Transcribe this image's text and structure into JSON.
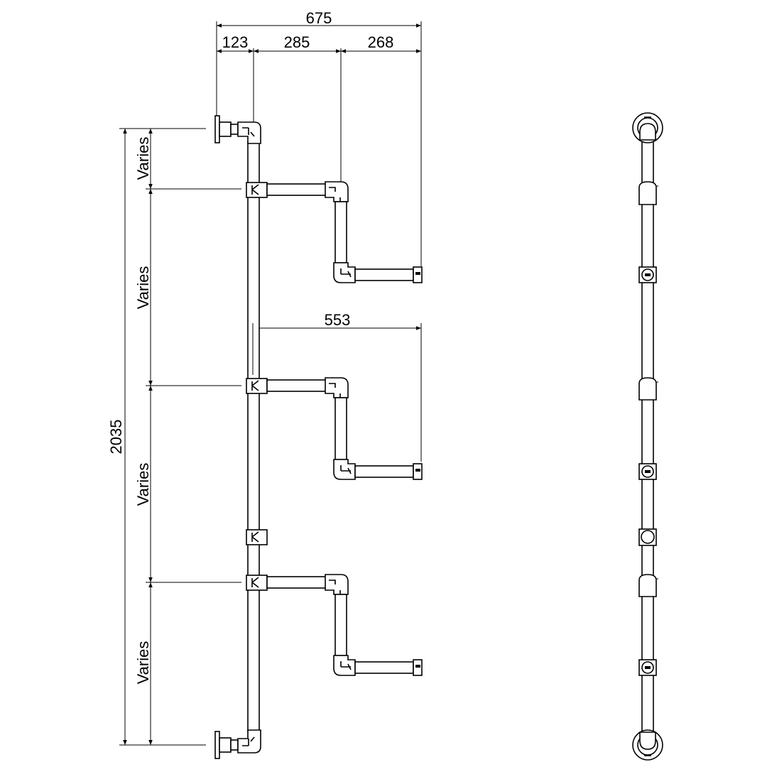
{
  "dimensions": {
    "overall_width": "675",
    "wall_offset": "123",
    "arm_first_run": "285",
    "arm_second_run": "268",
    "arm_reach": "553",
    "overall_height": "2035",
    "spacing_labels": [
      "Varies",
      "Varies",
      "Varies",
      "Varies"
    ]
  },
  "views": [
    "front-elevation",
    "side-elevation"
  ],
  "colors": {
    "line": "#000000",
    "background": "#ffffff"
  }
}
